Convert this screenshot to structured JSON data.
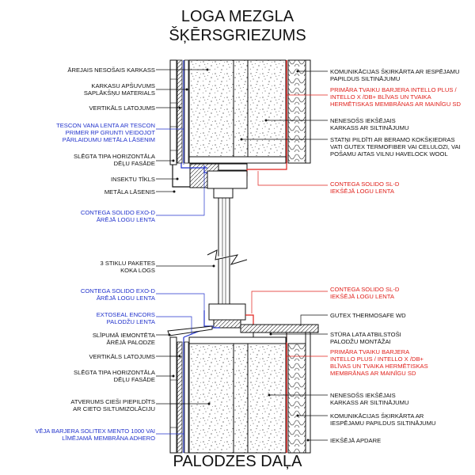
{
  "title": {
    "line1": "LOGA MEZGLA",
    "line2": "ŠĶĒRSGRIEZUMS",
    "bottom": "PALODZES DAĻA"
  },
  "labels_left": [
    {
      "id": "l1",
      "color": "#111111",
      "text": "ĀREJAIS NESOŠAIS KARKASS"
    },
    {
      "id": "l2",
      "color": "#111111",
      "text": "KARKASU APŠUVUMS\nSAPLĀKŠŅU MATERIALS"
    },
    {
      "id": "l3",
      "color": "#111111",
      "text": "VERTIKĀLS LATOJUMS"
    },
    {
      "id": "l4",
      "color": "#2233cc",
      "text": "TESCON VANA LENTA AR TESCON\nPRIMER RP GRUNTI VEIDOJOT\nPĀRLAIDUMU METĀLA LĀSENIM"
    },
    {
      "id": "l5",
      "color": "#111111",
      "text": "SLĒGTA TIPA HORIZONTĀLA\nDĒĻU FASĀDE"
    },
    {
      "id": "l6",
      "color": "#111111",
      "text": "INSEKTU TĪKLS"
    },
    {
      "id": "l7",
      "color": "#111111",
      "text": "METĀLA LĀSENIS"
    },
    {
      "id": "l8",
      "color": "#2233cc",
      "text": "CONTEGA SOLIDO EXO-D\nĀRĒJĀ LOGU LENTA"
    },
    {
      "id": "l9",
      "color": "#111111",
      "text": "3 STIKLU PAKETES\nKOKA LOGS"
    },
    {
      "id": "l10",
      "color": "#2233cc",
      "text": "CONTEGA SOLIDO EXO-D\nĀRĒJĀ LOGU LENTA"
    },
    {
      "id": "l11",
      "color": "#2233cc",
      "text": "EXTOSEAL ENCORS\nPALODŽU LENTA"
    },
    {
      "id": "l12",
      "color": "#111111",
      "text": "SLĪPUMĀ IEMONTĒTA\nĀRĒJĀ PALODZE"
    },
    {
      "id": "l13",
      "color": "#111111",
      "text": "VERTIKĀLS LATOJUMS"
    },
    {
      "id": "l14",
      "color": "#111111",
      "text": "SLĒGTA TIPA HORIZONTĀLA\nDĒĻU FASĀDE"
    },
    {
      "id": "l15",
      "color": "#111111",
      "text": "ATVERUMS CIEŠI PIEPILDĪTS\nAR CIETO SILTUMIZOLĀCIJU"
    },
    {
      "id": "l16",
      "color": "#2233cc",
      "text": "VĒJA BARJERA SOLITEX MENTO 1000 VAI\nLĪMĒJAMĀ MEMBRĀNA ADHERO"
    }
  ],
  "labels_right": [
    {
      "id": "r1",
      "color": "#111111",
      "text": "KOMUNIKĀCIJAS ŠĶIRKĀRTA AR IESPĒJAMU\nPAPILDUS SILTINĀJUMU"
    },
    {
      "id": "r2",
      "color": "#e0201b",
      "text": "PRIMĀRA TVAIKU BARJERA INTELLO PLUS /\nINTELLO X /DB+ BLĪVAS UN TVAIKA\nHERMĒTISKAS MEMBRĀNAS AR MAINĪGU SD"
    },
    {
      "id": "r3",
      "color": "#111111",
      "text": "NENESOŠS IEKŠĒJAIS\nKARKASS AR SILTINĀJUMU"
    },
    {
      "id": "r4",
      "color": "#111111",
      "text": "STATŅI PILDĪTI AR BERAMO KOKŠĶIEDRAS\nVATI GUTEX TERMOFIBER VAI CELULOZI, VAI\nPOŠAMU AITAS VILNU HAVELOCK WOOL"
    },
    {
      "id": "r5",
      "color": "#e0201b",
      "text": "CONTEGA SOLIDO SL-D\nIEKŠĒJĀ LOGU LENTA"
    },
    {
      "id": "r6",
      "color": "#e0201b",
      "text": "CONTEGA SOLIDO SL-D\nIEKŠĒJĀ LOGU LENTA"
    },
    {
      "id": "r7",
      "color": "#111111",
      "text": "GUTEX THERMOSAFE WD"
    },
    {
      "id": "r8",
      "color": "#111111",
      "text": "STŪRA LATA ATBILSTOŠI\nPALODŽU MONTĀŽAI"
    },
    {
      "id": "r9",
      "color": "#e0201b",
      "text": "PRIMĀRA TVAIKU BARJERA\nINTELLO PLUS / INTELLO X /DB+\nBLĪVAS UN TVAIKA HERMĒTISKAS\nMEMBRĀNAS AR MAINĪGU SD"
    },
    {
      "id": "r10",
      "color": "#111111",
      "text": "NENESOŠS IEKŠĒJAIS\nKARKASS AR SILTINĀJUMU"
    },
    {
      "id": "r11",
      "color": "#111111",
      "text": "KOMUNIKĀCIJAS ŠĶIRKĀRTA AR\nIESPĒJAMU PAPILDUS SILTINĀJUMU"
    },
    {
      "id": "r12",
      "color": "#111111",
      "text": "IEKŠĒJĀ APDARE"
    }
  ],
  "colors": {
    "ink": "#111111",
    "inside_membrane": "#e0201b",
    "outside_membrane": "#2233cc",
    "insulation_fill": "#ffffff"
  }
}
